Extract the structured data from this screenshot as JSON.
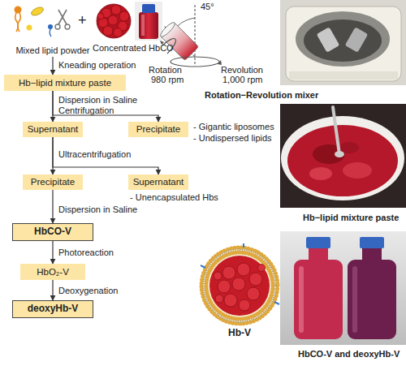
{
  "diagram": {
    "nodes": [
      {
        "text": [
          "Mixed lipid powder"
        ]
      },
      {
        "text": [
          "Hb−lipid mixture paste"
        ]
      },
      {
        "text": [
          "Supernatant"
        ]
      },
      {
        "text": [
          "Precipitate"
        ]
      },
      {
        "text": [
          "Precipitate"
        ]
      },
      {
        "text": [
          "Supernatant"
        ]
      },
      {
        "text": [
          "HbCO-V"
        ]
      },
      {
        "text": [
          "HbO₂-V"
        ]
      },
      {
        "text": [
          "deoxyHb-V"
        ]
      }
    ],
    "edges": [
      {
        "from": 0,
        "to": 1,
        "label": "Kneading operation",
        "arrow": "to"
      },
      {
        "from": 1,
        "to": 2,
        "arrow": "to"
      },
      {
        "from": 1,
        "to": 3,
        "arrow": "to"
      },
      {
        "from": 2,
        "to": 4,
        "arrow": "to"
      },
      {
        "from": 2,
        "to": 5,
        "arrow": "to"
      },
      {
        "from": 4,
        "to": 6,
        "arrow": "to"
      },
      {
        "from": 6,
        "to": 7,
        "arrow": "to"
      },
      {
        "from": 7,
        "to": 8,
        "arrow": "to"
      }
    ],
    "labels": [
      "+",
      "Concentrated HbCO",
      "Dispersion in Saline",
      "Centrifugation",
      "- Gigantic liposomes",
      "- Undispersed lipids",
      "Ultracentrifugation",
      "- Unencapsulated Hbs",
      "Dispersion in Saline",
      "Photoreaction",
      "Deoxygenation",
      "45°",
      "Rotation",
      "980 rpm",
      "Revolution",
      "1,000 rpm",
      "Rotation−Revolution mixer",
      "Hb−lipid mixture paste",
      "Hb-V",
      "HbCO-V and deoxyHb-V"
    ]
  }
}
